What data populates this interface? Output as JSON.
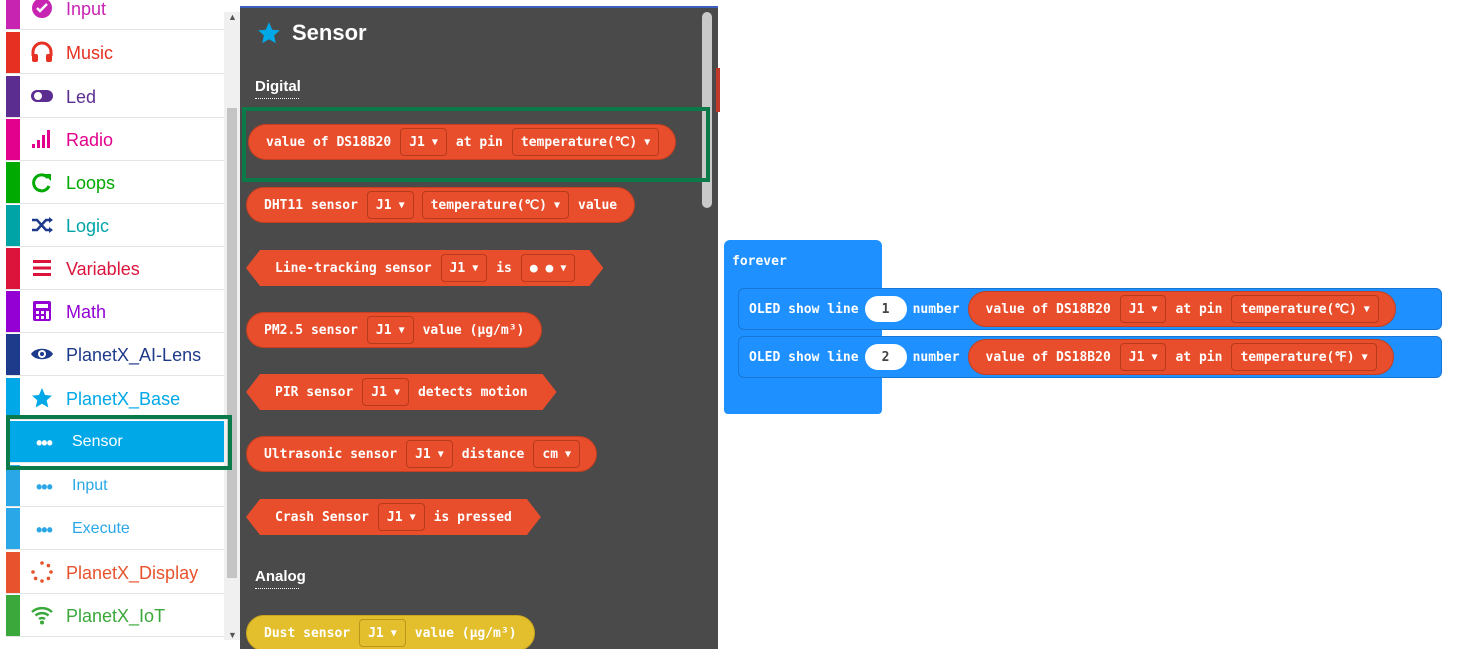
{
  "categories": [
    {
      "label": "Input",
      "color": "#c724b1",
      "icon": "input-icon"
    },
    {
      "label": "Music",
      "color": "#e63022",
      "icon": "headphones-icon"
    },
    {
      "label": "Led",
      "color": "#5c2d91",
      "icon": "toggle-icon"
    },
    {
      "label": "Radio",
      "color": "#e3008c",
      "icon": "signal-bars-icon"
    },
    {
      "label": "Loops",
      "color": "#00aa00",
      "icon": "loop-arrow-icon"
    },
    {
      "label": "Logic",
      "color": "#00a4a6",
      "icon": "shuffle-icon"
    },
    {
      "label": "Variables",
      "color": "#dc143c",
      "icon": "menu-lines-icon"
    },
    {
      "label": "Math",
      "color": "#9400d3",
      "icon": "calculator-icon"
    },
    {
      "label": "PlanetX_AI-Lens",
      "color": "#1e3a8a",
      "icon": "eye-icon"
    },
    {
      "label": "PlanetX_Base",
      "color": "#00a8e8",
      "icon": "star-icon"
    },
    {
      "label": "Sensor",
      "color": "#00a8e8",
      "icon": "dots-icon"
    },
    {
      "label": "Input",
      "color": "#00a8e8",
      "icon": "dots-icon"
    },
    {
      "label": "Execute",
      "color": "#00a8e8",
      "icon": "dots-icon"
    },
    {
      "label": "PlanetX_Display",
      "color": "#e8532d",
      "icon": "dotted-circle-icon"
    },
    {
      "label": "PlanetX_IoT",
      "color": "#3aa83a",
      "icon": "wifi-icon"
    }
  ],
  "flyout": {
    "title": "Sensor",
    "section_digital": "Digital",
    "section_analog": "Analog",
    "ds18b20": {
      "a": "value of DS18B20",
      "port": "J1",
      "b": "at pin",
      "unit": "temperature(℃)"
    },
    "dht11": {
      "a": "DHT11 sensor",
      "port": "J1",
      "unit": "temperature(℃)",
      "b": "value"
    },
    "linetrack": {
      "a": "Line-tracking sensor",
      "port": "J1",
      "b": "is",
      "state": "● ●"
    },
    "pm25": {
      "a": "PM2.5 sensor",
      "port": "J1",
      "b": "value (μg/m³)"
    },
    "pir": {
      "a": "PIR sensor",
      "port": "J1",
      "b": "detects motion"
    },
    "ultra": {
      "a": "Ultrasonic sensor",
      "port": "J1",
      "b": "distance",
      "unit": "cm"
    },
    "crash": {
      "a": "Crash Sensor",
      "port": "J1",
      "b": "is pressed"
    },
    "dust": {
      "a": "Dust sensor",
      "port": "J1",
      "b": "value (μg/m³)"
    }
  },
  "workspace": {
    "forever": "forever",
    "line1": {
      "a": "OLED show line",
      "line": "1",
      "b": "number",
      "c": "value of DS18B20",
      "port": "J1",
      "d": "at pin",
      "unit": "temperature(℃)"
    },
    "line2": {
      "a": "OLED show line",
      "line": "2",
      "b": "number",
      "c": "value of DS18B20",
      "port": "J1",
      "d": "at pin",
      "unit": "temperature(℉)"
    }
  }
}
